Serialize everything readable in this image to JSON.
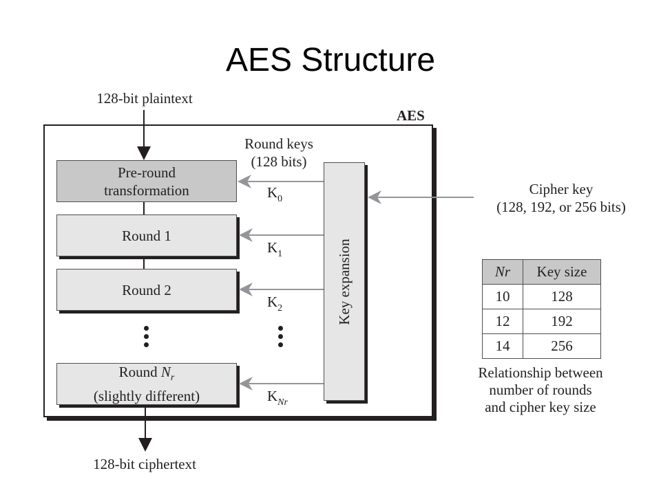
{
  "title": "AES Structure",
  "diagram": {
    "input_label": "128-bit plaintext",
    "output_label": "128-bit ciphertext",
    "frame_label": "AES",
    "round_keys_label": [
      "Round keys",
      "(128 bits)"
    ],
    "pre_round": [
      "Pre-round",
      "transformation"
    ],
    "round1": "Round 1",
    "round2": "Round 2",
    "round_last": {
      "prefix": "Round ",
      "var": "N",
      "sub": "r",
      "line2": "(slightly different)"
    },
    "key_expansion": "Key expansion",
    "keys": [
      {
        "base": "K",
        "sub": "0"
      },
      {
        "base": "K",
        "sub": "1"
      },
      {
        "base": "K",
        "sub": "2"
      },
      {
        "base": "K",
        "sub": "Nr"
      }
    ],
    "cipher_key": [
      "Cipher key",
      "(128, 192, or 256 bits)"
    ],
    "colors": {
      "arrow_gray": "#939598",
      "dark": "#231f20",
      "box_fill": "#e6e6e6",
      "box_fill_dark": "#c8c8c8"
    }
  },
  "table": {
    "headers": [
      "Nr",
      "Key size"
    ],
    "rows": [
      [
        "10",
        "128"
      ],
      [
        "12",
        "192"
      ],
      [
        "14",
        "256"
      ]
    ],
    "caption": [
      "Relationship between",
      "number of rounds",
      "and cipher key size"
    ]
  }
}
